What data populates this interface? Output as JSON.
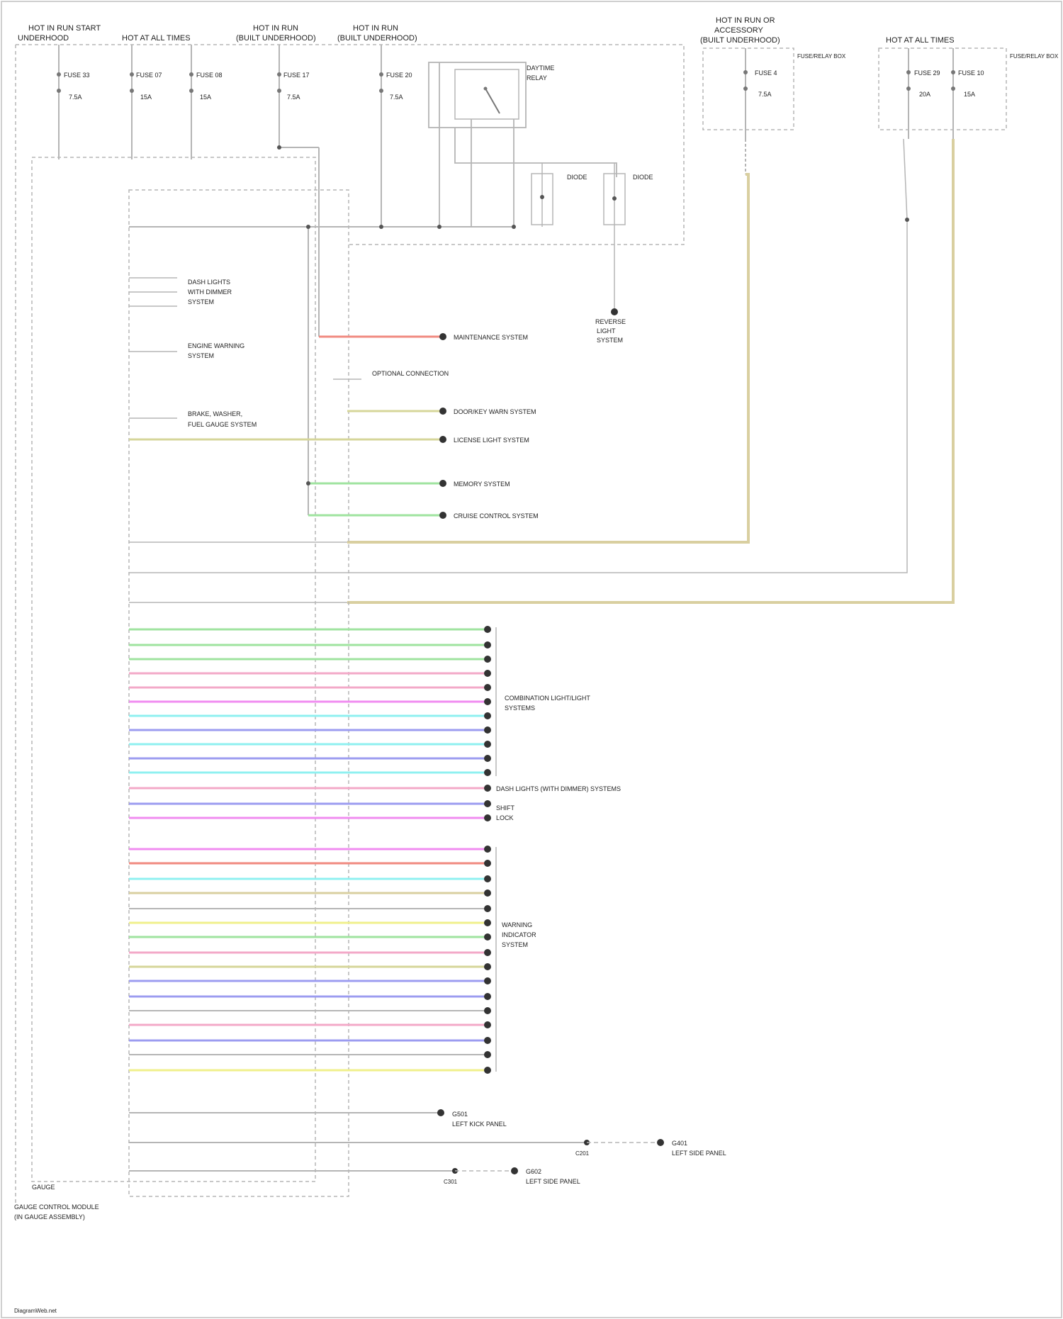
{
  "labels": {
    "hot_run_start": "HOT IN RUN START",
    "hot_run_start_hdr": "UNDERHOOD",
    "hot_all_times_a": "HOT AT ALL TIMES",
    "hot_at_b": "HOT IN RUN",
    "hot_at_b2": "(BUILT UNDERHOOD)",
    "hot_at_c": "HOT IN RUN",
    "hot_at_c2": "(BUILT UNDERHOOD)",
    "hot_at_d": "HOT IN RUN OR",
    "hot_at_d2": "ACCESSORY",
    "hot_at_d3": "(BUILT UNDERHOOD)",
    "hot_all_times_e": "HOT AT ALL TIMES",
    "fuse_a": "FUSE 33",
    "fuse_a_amp": "7.5A",
    "fuse_b": "FUSE 07",
    "fuse_b_amp": "15A",
    "fuse_c": "FUSE 08",
    "fuse_c_amp": "15A",
    "fuse_d": "FUSE 17",
    "fuse_d_amp": "7.5A",
    "fuse_e": "FUSE 20",
    "fuse_e_amp": "7.5A",
    "fuse_f": "FUSE 4",
    "fuse_f_amp": "7.5A",
    "fuse_g": "FUSE 29",
    "fuse_g_amp": "20A",
    "fuse_h": "FUSE 10",
    "fuse_h_amp": "15A",
    "relay": "DAYTIME",
    "relay2": "RELAY",
    "diode1": "DIODE",
    "diode2": "DIODE",
    "box_f_note": "FUSE/RELAY BOX",
    "box_h_note": "FUSE/RELAY BOX",
    "group_1": "DASH LIGHTS",
    "group_1b": "WITH DIMMER",
    "group_1c": "SYSTEM",
    "group_2": "ENGINE WARNING",
    "group_2b": "SYSTEM",
    "group_3": "BRAKE, WASHER,",
    "group_3b": "FUEL GAUGE SYSTEM",
    "right_1": "MAINTENANCE SYSTEM",
    "right_2": "OPTIONAL CONNECTION",
    "right_3": "DOOR/KEY WARN SYSTEM",
    "right_4": "LICENSE LIGHT SYSTEM",
    "right_5": "MEMORY SYSTEM",
    "right_6": "CRUISE CONTROL SYSTEM",
    "reverse": "REVERSE",
    "reverse2": "LIGHT",
    "reverse3": "SYSTEM",
    "group_multi": "COMBINATION LIGHT/LIGHT",
    "group_multi2": "SYSTEMS",
    "group_multi3": "DASH LIGHTS (WITH DIMMER) SYSTEMS",
    "group_shift": "SHIFT",
    "group_shift2": "LOCK",
    "group_warn": "WARNING",
    "group_warn2": "INDICATOR",
    "group_warn3": "SYSTEM",
    "bottom_1": "G501",
    "bottom_1b": "LEFT KICK PANEL",
    "bottom_2": "G401",
    "bottom_2b": "LEFT SIDE PANEL",
    "bottom_3": "G602",
    "bottom_3b": "LEFT SIDE PANEL",
    "splice_1": "C201",
    "splice_2": "C301",
    "footer_label": "GAUGE",
    "footer_label2": "GAUGE CONTROL MODULE",
    "footer_label3": "(IN GAUGE ASSEMBLY)",
    "watermark": "DiagramWeb.net"
  },
  "colors": {
    "gray": "#b5b5b5",
    "tan": "#d9cfa0",
    "red": "#f08a80",
    "olive": "#d6d69a",
    "green": "#9fe39f",
    "pink": "#f3a9c8",
    "magenta": "#f08cf0",
    "cyan": "#8ff0f0",
    "blue": "#9c9cf0",
    "yellow": "#f0f08c",
    "black": "#444444"
  }
}
